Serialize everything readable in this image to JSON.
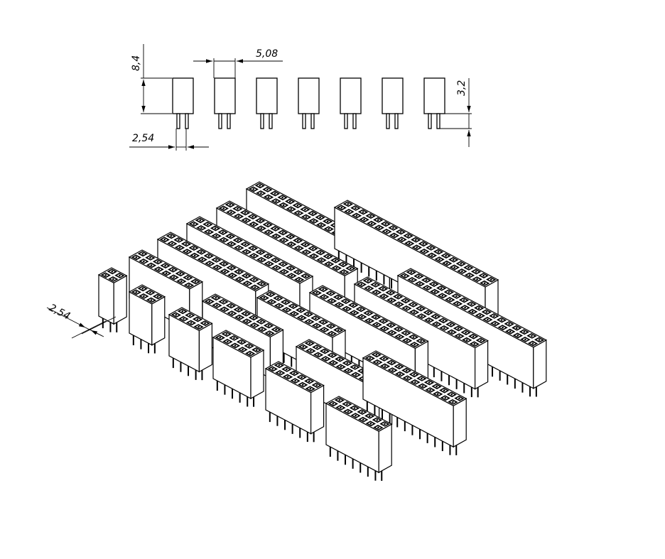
{
  "dimensions": {
    "height": "8,4",
    "pitch_row": "5,08",
    "pin_length": "3,2",
    "pitch_pin": "2,54",
    "pitch_iso": "2,54"
  },
  "colors": {
    "line": "#000000",
    "background": "#ffffff",
    "face_front": "#ffffff",
    "face_top": "#ffffff",
    "face_side": "#ffffff"
  },
  "side_view": {
    "connector_count": 7
  },
  "isometric_view": {
    "connectors": [
      {
        "rows": 2,
        "pins": 2
      },
      {
        "rows": 2,
        "pins": 3
      },
      {
        "rows": 2,
        "pins": 4
      },
      {
        "rows": 2,
        "pins": 5
      },
      {
        "rows": 2,
        "pins": 6
      },
      {
        "rows": 2,
        "pins": 7
      },
      {
        "rows": 2,
        "pins": 8
      },
      {
        "rows": 2,
        "pins": 9
      },
      {
        "rows": 2,
        "pins": 10
      },
      {
        "rows": 2,
        "pins": 11
      },
      {
        "rows": 2,
        "pins": 12
      },
      {
        "rows": 2,
        "pins": 13
      },
      {
        "rows": 2,
        "pins": 14
      },
      {
        "rows": 2,
        "pins": 15
      },
      {
        "rows": 2,
        "pins": 16
      },
      {
        "rows": 2,
        "pins": 17
      },
      {
        "rows": 2,
        "pins": 18
      },
      {
        "rows": 2,
        "pins": 19
      },
      {
        "rows": 2,
        "pins": 20
      }
    ]
  }
}
